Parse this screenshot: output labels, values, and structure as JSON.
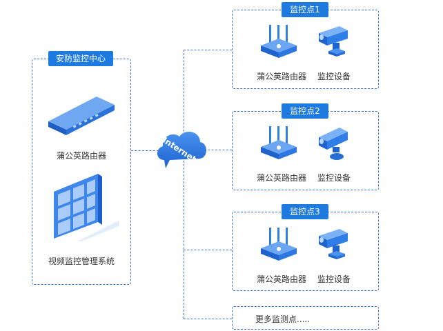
{
  "center": {
    "title": "安防监控中心",
    "router_label": "蒲公英路由器",
    "vms_label": "视频监控管理系统"
  },
  "cloud_label": "Internet",
  "sites": [
    {
      "title": "监控点1",
      "router_label": "蒲公英路由器",
      "device_label": "监控设备"
    },
    {
      "title": "监控点2",
      "router_label": "蒲公英路由器",
      "device_label": "监控设备"
    },
    {
      "title": "监控点3",
      "router_label": "蒲公英路由器",
      "device_label": "监控设备"
    }
  ],
  "more_label": "更多监测点.....",
  "colors": {
    "accent": "#1f7ae0",
    "line": "#3a6fd8"
  }
}
